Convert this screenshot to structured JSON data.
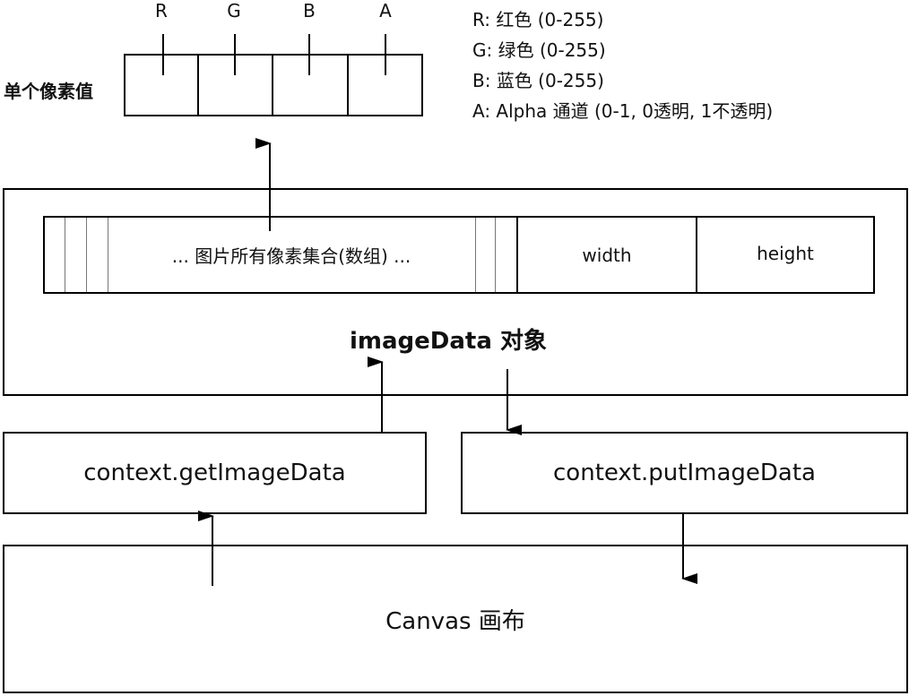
{
  "pixel": {
    "label": "单个像素值",
    "channels": [
      "R",
      "G",
      "B",
      "A"
    ]
  },
  "legend": [
    "R: 红色 (0-255)",
    "G: 绿色 (0-255)",
    "B: 蓝色 (0-255)",
    "A: Alpha 通道 (0-1, 0透明, 1不透明)"
  ],
  "image_data": {
    "array_text": "... 图片所有像素集合(数组) ...",
    "width_label": "width",
    "height_label": "height",
    "object_label": "imageData 对象"
  },
  "context": {
    "get_label": "context.getImageData",
    "put_label": "context.putImageData"
  },
  "canvas": {
    "label": "Canvas 画布"
  }
}
